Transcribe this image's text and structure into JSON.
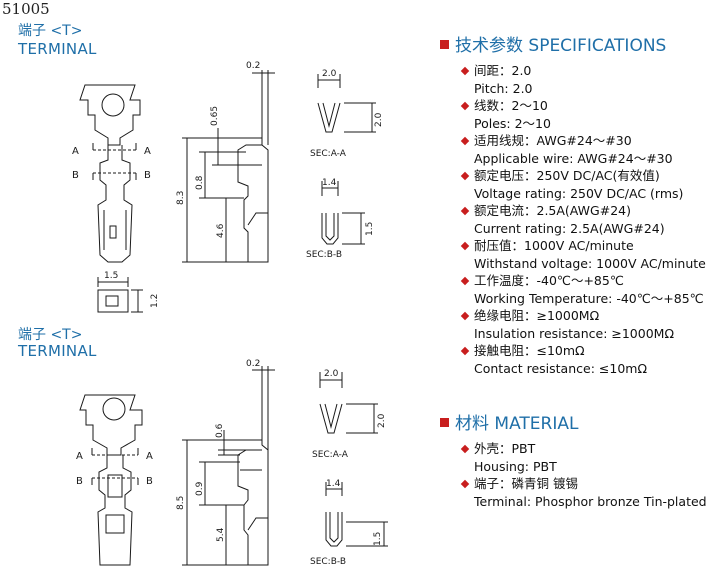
{
  "model_number": "51005",
  "terminal_blocks": [
    {
      "title_cn": "端子 <T>",
      "title_en": "TERMINAL"
    },
    {
      "title_cn": "端子 <T>",
      "title_en": "TERMINAL"
    }
  ],
  "drawing1": {
    "dims": {
      "d02": "0.2",
      "d065": "0.65",
      "d08": "0.8",
      "d83": "8.3",
      "d46": "4.6",
      "d15": "1.5",
      "d12": "1.2"
    },
    "sec_a": {
      "width": "2.0",
      "height": "2.0",
      "label": "SEC:A-A"
    },
    "sec_b": {
      "width": "1.4",
      "height": "1.5",
      "label": "SEC:B-B"
    },
    "marks": {
      "a": "A",
      "b": "B"
    }
  },
  "drawing2": {
    "dims": {
      "d02": "0.2",
      "d06": "0.6",
      "d09": "0.9",
      "d85": "8.5",
      "d54": "5.4"
    },
    "sec_a": {
      "width": "2.0",
      "height": "2.0",
      "label": "SEC:A-A"
    },
    "sec_b": {
      "width": "1.4",
      "height": "1.5",
      "label": "SEC:B-B"
    },
    "marks": {
      "a": "A",
      "b": "B"
    }
  },
  "specifications": {
    "heading": "技术参数 SPECIFICATIONS",
    "items": [
      {
        "cn": "间距：2.0",
        "en": "Pitch:  2.0"
      },
      {
        "cn": "线数：2～10",
        "en": "Poles: 2～10"
      },
      {
        "cn": "适用线规：AWG#24～#30",
        "en": "Applicable wire: AWG#24～#30"
      },
      {
        "cn": "额定电压：250V DC/AC(有效值)",
        "en": "Voltage rating: 250V DC/AC (rms)"
      },
      {
        "cn": "额定电流：2.5A(AWG#24)",
        "en": "Current rating: 2.5A(AWG#24)"
      },
      {
        "cn": "耐压值：1000V AC/minute",
        "en": "Withstand voltage: 1000V AC/minute"
      },
      {
        "cn": "工作温度：-40℃～+85℃",
        "en": "Working Temperature: -40℃～+85℃"
      },
      {
        "cn": "绝缘电阻：≥1000MΩ",
        "en": "Insulation resistance: ≥1000MΩ"
      },
      {
        "cn": "接触电阻：≤10mΩ",
        "en": "Contact resistance: ≤10mΩ"
      }
    ]
  },
  "material": {
    "heading": "材料 MATERIAL",
    "items": [
      {
        "cn": "外壳：PBT",
        "en": "Housing:  PBT"
      },
      {
        "cn": "端子：磷青铜 镀锡",
        "en": "Terminal:  Phosphor bronze Tin-plated"
      }
    ]
  },
  "colors": {
    "accent_red": "#c81e1e",
    "title_blue": "#1f6fa8",
    "line": "#1a1a1a"
  }
}
